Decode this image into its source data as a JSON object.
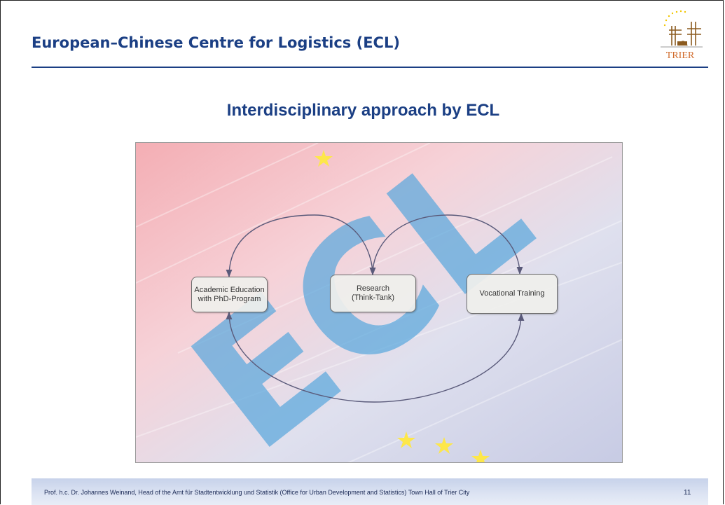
{
  "header": {
    "title": "European–Chinese Centre for Logistics (ECL)",
    "logo_text": "TRIER"
  },
  "slide": {
    "title": "Interdisciplinary approach by ECL"
  },
  "diagram": {
    "watermark": "ECL",
    "nodes": [
      {
        "id": "academic",
        "label": "Academic Education\nwith PhD-Program"
      },
      {
        "id": "research",
        "label": "Research\n(Think-Tank)"
      },
      {
        "id": "vocational",
        "label": "Vocational Training"
      }
    ],
    "edges": [
      {
        "from": "academic",
        "to": "research",
        "bidirectional": true
      },
      {
        "from": "research",
        "to": "vocational",
        "bidirectional": true
      },
      {
        "from": "academic",
        "to": "vocational",
        "bidirectional": true
      }
    ]
  },
  "footer": {
    "text": "Prof. h.c. Dr. Johannes Weinand, Head of the Amt für Stadtentwicklung und Statistik (Office for Urban Development and Statistics) Town Hall of Trier City",
    "page_number": "11"
  },
  "colors": {
    "brand_blue": "#1b3f84",
    "watermark_blue": "#5aa7dc",
    "flag_red": "#e8565c",
    "eu_star_yellow": "#fde74a"
  }
}
